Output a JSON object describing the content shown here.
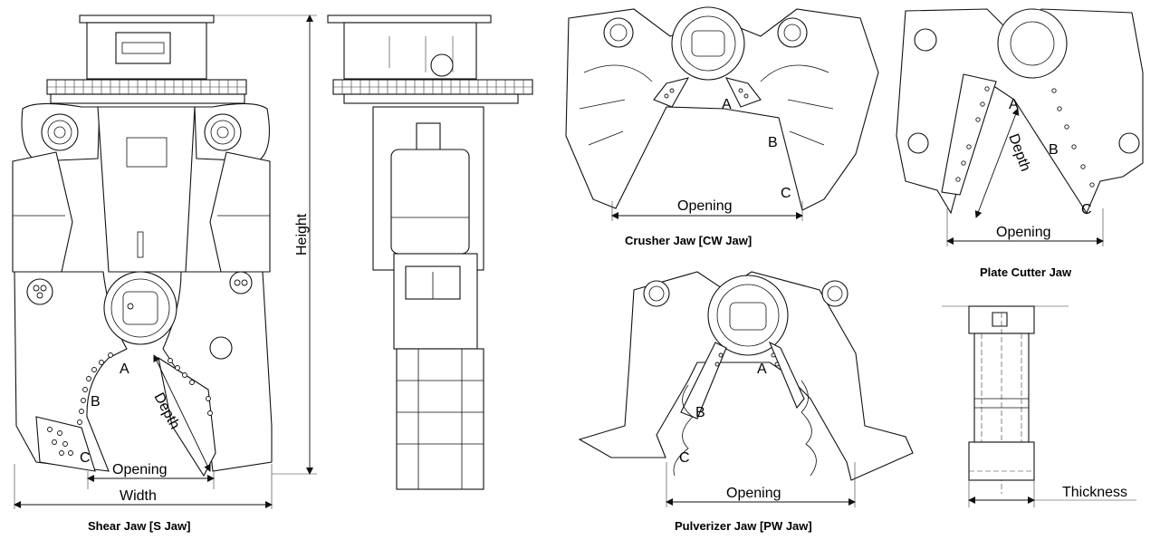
{
  "captions": {
    "shear": "Shear Jaw [S Jaw]",
    "crusher": "Crusher Jaw [CW Jaw]",
    "plate": "Plate Cutter Jaw",
    "pulverizer": "Pulverizer Jaw [PW Jaw]"
  },
  "dimensions": {
    "height": "Height",
    "width": "Width",
    "opening": "Opening",
    "depth": "Depth",
    "thickness": "Thickness"
  },
  "points": {
    "a": "A",
    "b": "B",
    "c": "C"
  }
}
